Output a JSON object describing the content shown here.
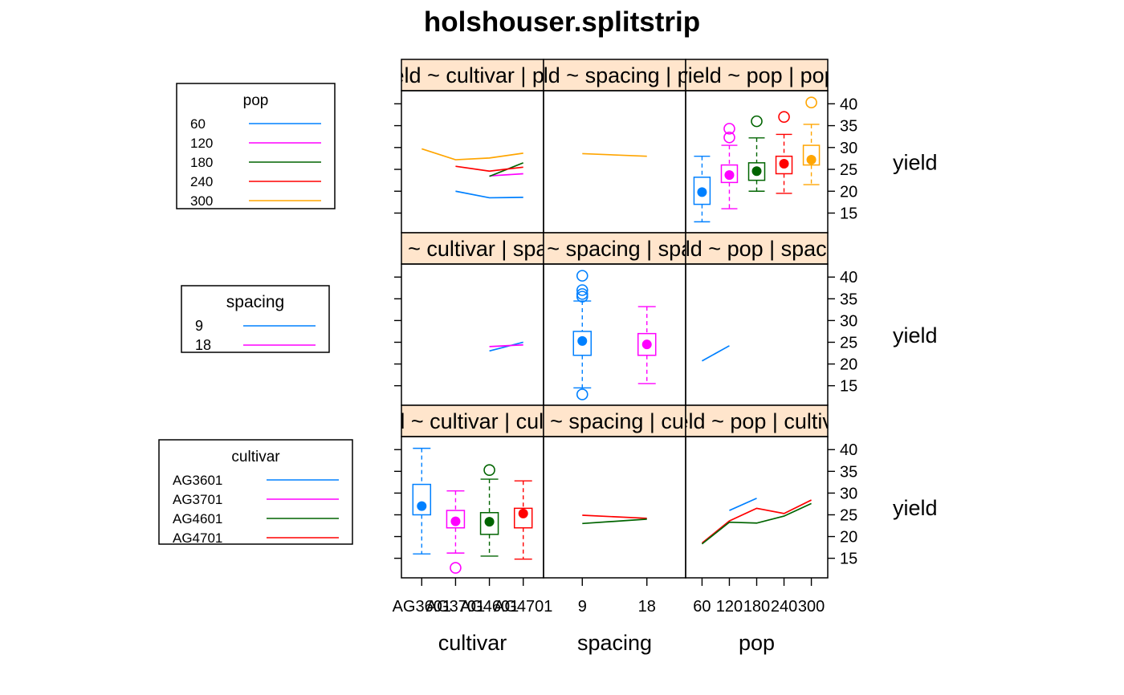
{
  "title": "holshouser.splitstrip",
  "colors": {
    "strip_bg": "#FFE5CC",
    "pop": [
      "#0080FF",
      "#FF00FF",
      "#006400",
      "#FF0000",
      "#FFA500"
    ],
    "spacing": [
      "#0080FF",
      "#FF00FF"
    ],
    "cultivar": [
      "#0080FF",
      "#FF00FF",
      "#006400",
      "#FF0000"
    ]
  },
  "legends": [
    {
      "title": "pop",
      "entries": [
        "60",
        "120",
        "180",
        "240",
        "300"
      ],
      "color_key": "pop"
    },
    {
      "title": "spacing",
      "entries": [
        "9",
        "18"
      ],
      "color_key": "spacing"
    },
    {
      "title": "cultivar",
      "entries": [
        "AG3601",
        "AG3701",
        "AG4601",
        "AG4701"
      ],
      "color_key": "cultivar"
    }
  ],
  "chart_data": {
    "type": "boxplot-interaction-matrix",
    "title": "holshouser.splitstrip",
    "ylabel": "yield",
    "ylim": [
      10.5,
      43
    ],
    "yticks": [
      15,
      20,
      25,
      30,
      35,
      40
    ],
    "columns": [
      {
        "xlabel": "cultivar",
        "ticks": [
          "AG3601",
          "AG3701",
          "AG4601",
          "AG4701"
        ]
      },
      {
        "xlabel": "spacing",
        "ticks": [
          "9",
          "18"
        ]
      },
      {
        "xlabel": "pop",
        "ticks": [
          "60",
          "120",
          "180",
          "240",
          "300"
        ]
      }
    ],
    "rows": [
      {
        "name": "pop",
        "ylabel": "yield",
        "strips": [
          "yield ~ cultivar | pop",
          "yield ~ spacing | pop",
          "yield ~ pop | pop"
        ],
        "panels": [
          {
            "kind": "lines",
            "series": [
              {
                "group": "60",
                "x": [
                  2,
                  3,
                  4
                ],
                "y": [
                  20,
                  18.5,
                  18.6
                ]
              },
              {
                "group": "120",
                "x": [
                  3,
                  4
                ],
                "y": [
                  23.5,
                  24
                ]
              },
              {
                "group": "180",
                "x": [
                  3,
                  4
                ],
                "y": [
                  23.4,
                  26.5
                ]
              },
              {
                "group": "240",
                "x": [
                  2,
                  3,
                  4
                ],
                "y": [
                  25.7,
                  24.6,
                  25.5
                ]
              },
              {
                "group": "300",
                "x": [
                  1,
                  2,
                  3,
                  4
                ],
                "y": [
                  29.7,
                  27.2,
                  27.6,
                  28.7
                ]
              }
            ]
          },
          {
            "kind": "lines",
            "series": [
              {
                "group": "300",
                "x": [
                  1,
                  2
                ],
                "y": [
                  28.6,
                  28
                ]
              }
            ]
          },
          {
            "kind": "box",
            "boxes": [
              {
                "x": 1,
                "group": "60",
                "whisker_low": 13,
                "q1": 17,
                "median": 19.8,
                "q3": 23.2,
                "whisker_high": 28,
                "outliers": []
              },
              {
                "x": 2,
                "group": "120",
                "whisker_low": 16,
                "q1": 22,
                "median": 23.7,
                "q3": 26,
                "whisker_high": 30.5,
                "outliers": [
                  32.3,
                  34.3
                ]
              },
              {
                "x": 3,
                "group": "180",
                "whisker_low": 20,
                "q1": 22.5,
                "median": 24.6,
                "q3": 26.5,
                "whisker_high": 32.2,
                "outliers": [
                  36
                ]
              },
              {
                "x": 4,
                "group": "240",
                "whisker_low": 19.5,
                "q1": 24,
                "median": 26.3,
                "q3": 28,
                "whisker_high": 33,
                "outliers": [
                  37
                ]
              },
              {
                "x": 5,
                "group": "300",
                "whisker_low": 21.5,
                "q1": 26,
                "median": 27.2,
                "q3": 30.5,
                "whisker_high": 35.3,
                "outliers": [
                  40.3
                ]
              }
            ]
          }
        ]
      },
      {
        "name": "spacing",
        "ylabel": "yield",
        "strips": [
          "yield ~ cultivar | spacing",
          "yield ~ spacing | spacing",
          "yield ~ pop | spacing"
        ],
        "panels": [
          {
            "kind": "lines",
            "series": [
              {
                "group": "9",
                "x": [
                  3,
                  4
                ],
                "y": [
                  23,
                  25
                ]
              },
              {
                "group": "18",
                "x": [
                  3,
                  4
                ],
                "y": [
                  24,
                  24.4
                ]
              }
            ]
          },
          {
            "kind": "box",
            "boxes": [
              {
                "x": 1,
                "group": "9",
                "whisker_low": 14.5,
                "q1": 22,
                "median": 25.3,
                "q3": 27.5,
                "whisker_high": 34.5,
                "outliers": [
                  13,
                  35.5,
                  36.1,
                  37,
                  40.3
                ]
              },
              {
                "x": 2,
                "group": "18",
                "whisker_low": 15.5,
                "q1": 22,
                "median": 24.5,
                "q3": 27,
                "whisker_high": 33.2,
                "outliers": []
              }
            ]
          },
          {
            "kind": "lines",
            "series": [
              {
                "group": "9",
                "x": [
                  1,
                  2
                ],
                "y": [
                  20.7,
                  24.2
                ]
              }
            ]
          }
        ]
      },
      {
        "name": "cultivar",
        "ylabel": "yield",
        "strips": [
          "yield ~ cultivar | cultivar",
          "yield ~ spacing | cultivar",
          "yield ~ pop | cultivar"
        ],
        "panels": [
          {
            "kind": "box",
            "boxes": [
              {
                "x": 1,
                "group": "AG3601",
                "whisker_low": 16,
                "q1": 25,
                "median": 27,
                "q3": 32,
                "whisker_high": 40.3,
                "outliers": []
              },
              {
                "x": 2,
                "group": "AG3701",
                "whisker_low": 16.2,
                "q1": 22,
                "median": 23.5,
                "q3": 26,
                "whisker_high": 30.5,
                "outliers": [
                  12.8
                ]
              },
              {
                "x": 3,
                "group": "AG4601",
                "whisker_low": 15.5,
                "q1": 20.5,
                "median": 23.4,
                "q3": 25.5,
                "whisker_high": 33.2,
                "outliers": [
                  35.3
                ]
              },
              {
                "x": 4,
                "group": "AG4701",
                "whisker_low": 14.8,
                "q1": 22,
                "median": 25.3,
                "q3": 26.5,
                "whisker_high": 32.8,
                "outliers": []
              }
            ]
          },
          {
            "kind": "lines",
            "series": [
              {
                "group": "AG4701",
                "x": [
                  1,
                  2
                ],
                "y": [
                  24.9,
                  24.2
                ]
              },
              {
                "group": "AG4601",
                "x": [
                  1,
                  2
                ],
                "y": [
                  23,
                  24
                ]
              }
            ]
          },
          {
            "kind": "lines",
            "series": [
              {
                "group": "AG3601",
                "x": [
                  2,
                  3
                ],
                "y": [
                  26,
                  28.8
                ]
              },
              {
                "group": "AG4701",
                "x": [
                  1,
                  2,
                  3,
                  4,
                  5
                ],
                "y": [
                  18.5,
                  23.6,
                  26.5,
                  25.3,
                  28.4
                ]
              },
              {
                "group": "AG4601",
                "x": [
                  1,
                  2,
                  3,
                  4,
                  5
                ],
                "y": [
                  18.3,
                  23.3,
                  23.1,
                  24.7,
                  27.6
                ]
              }
            ]
          }
        ]
      }
    ]
  }
}
